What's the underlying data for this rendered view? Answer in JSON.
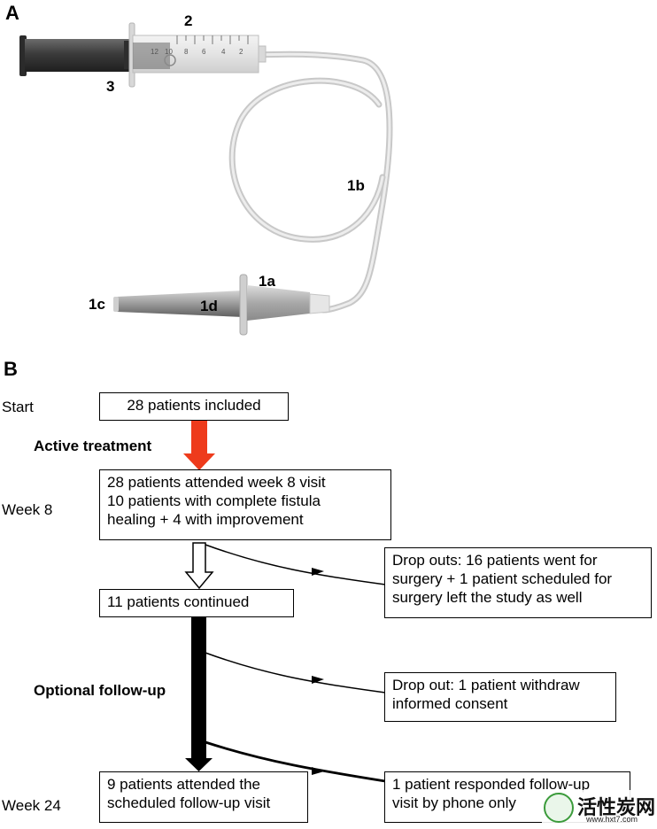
{
  "panel_a": {
    "label": "A",
    "part_labels": [
      "2",
      "3",
      "1b",
      "1a",
      "1c",
      "1d"
    ],
    "syringe_scale": [
      "12",
      "10",
      "8",
      "6",
      "4",
      "2"
    ]
  },
  "panel_b": {
    "label": "B",
    "row_labels": {
      "start": "Start",
      "week8": "Week 8",
      "week24": "Week 24"
    },
    "phases": {
      "active": "Active treatment",
      "followup": "Optional follow-up"
    },
    "boxes": {
      "included": [
        "28 patients included"
      ],
      "week8": [
        "28 patients attended week 8 visit",
        "10 patients with complete fistula",
        "healing + 4 with improvement"
      ],
      "continued": [
        "11 patients continued"
      ],
      "dropout1": [
        "Drop outs: 16 patients went for",
        "surgery + 1 patient scheduled for",
        "surgery left the study as well"
      ],
      "dropout2": [
        "Drop out: 1 patient withdraw",
        "informed consent"
      ],
      "week24": [
        "9 patients attended the",
        "scheduled follow-up visit"
      ],
      "phone": [
        "1 patient responded follow-up",
        "visit by phone only"
      ]
    }
  },
  "watermark": {
    "text": "活性炭网",
    "url": "www.hxt7.com"
  },
  "colors": {
    "active_arrow": "#ee3b1c",
    "line": "#000000"
  }
}
